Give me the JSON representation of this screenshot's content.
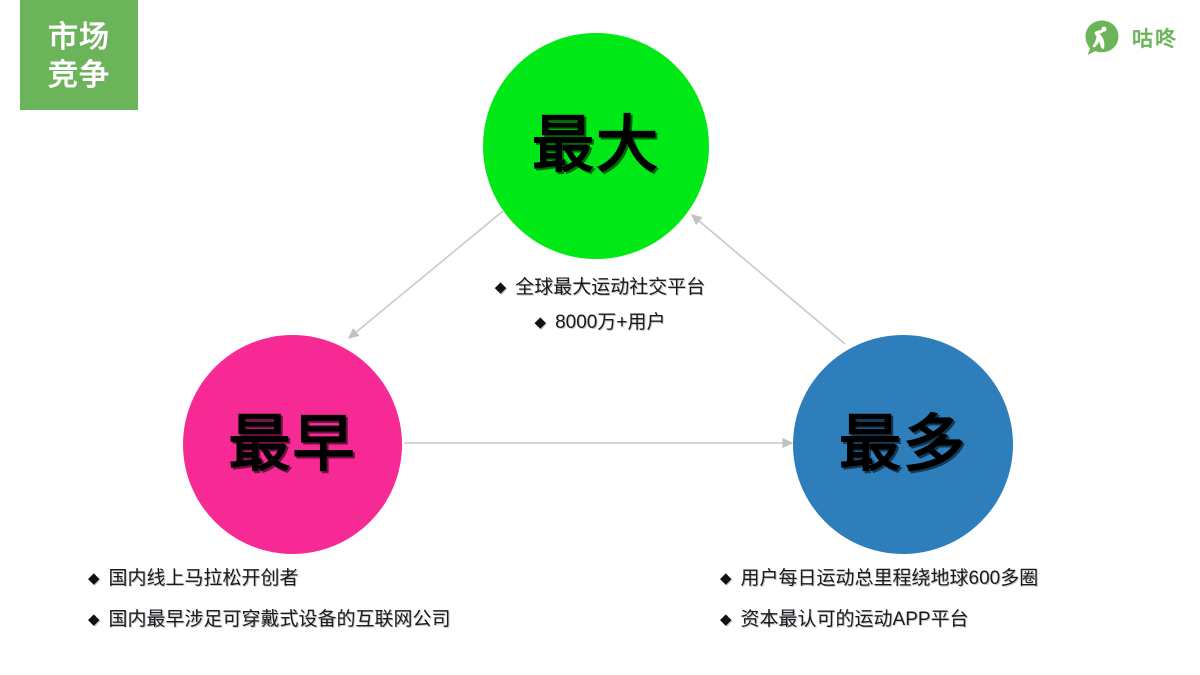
{
  "slide": {
    "background_color": "#ffffff",
    "section_badge": {
      "color": "#6cb45a",
      "line1": "市场",
      "line2": "竞争"
    },
    "brand": {
      "name": "咕咚",
      "color": "#6cb45a",
      "mark_icon": "gudong-runner-logo-icon"
    }
  },
  "bubbles": [
    {
      "id": "top",
      "label": "最大",
      "color": "#00e815",
      "text_color": "#000000"
    },
    {
      "id": "left",
      "label": "最早",
      "color": "#f72a95",
      "text_color": "#000000"
    },
    {
      "id": "right",
      "label": "最多",
      "color": "#2e7ebb",
      "text_color": "#000000"
    }
  ],
  "arrows": {
    "color": "#c9c9c9",
    "items": [
      {
        "id": "top-to-left",
        "from": "最大",
        "to": "最早"
      },
      {
        "id": "right-to-top",
        "from": "最多",
        "to": "最大"
      },
      {
        "id": "left-to-right",
        "from": "最早",
        "to": "最多"
      }
    ]
  },
  "bullet_groups": {
    "center": {
      "bullet_glyph": "◆",
      "items": [
        "全球最大运动社交平台",
        "8000万+用户"
      ]
    },
    "left": {
      "bullet_glyph": "◆",
      "items": [
        "国内线上马拉松开创者",
        "国内最早涉足可穿戴式设备的互联网公司"
      ]
    },
    "right": {
      "bullet_glyph": "◆",
      "items": [
        "用户每日运动总里程绕地球600多圈",
        "资本最认可的运动APP平台"
      ]
    }
  }
}
